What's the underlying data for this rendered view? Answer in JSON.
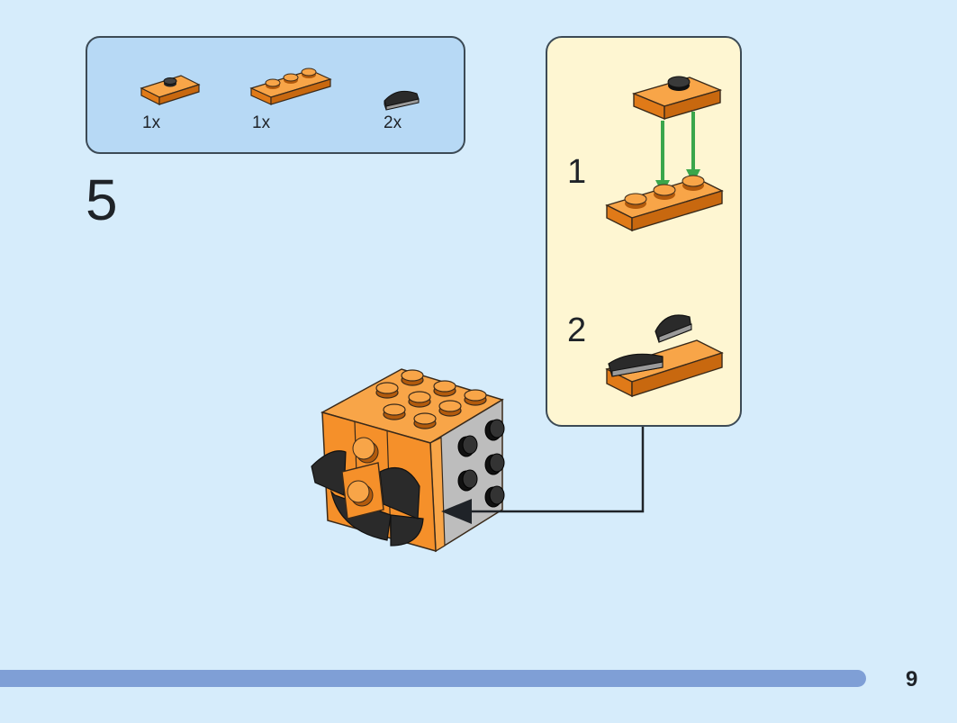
{
  "parts_list": [
    {
      "name": "orange plate 1x2",
      "count": "1x"
    },
    {
      "name": "orange plate 1x3",
      "count": "1x"
    },
    {
      "name": "black curved slope",
      "count": "2x"
    }
  ],
  "step": {
    "number": "5"
  },
  "substeps": [
    {
      "number": "1"
    },
    {
      "number": "2"
    }
  ],
  "page": {
    "number": "9"
  },
  "colors": {
    "background": "#d6ecfb",
    "parts_box": "#b7d9f5",
    "substep_panel": "#fef6d2",
    "brick_orange": "#f5902a",
    "brick_dark": "#2a2a2a",
    "arrow_green": "#3aa64b",
    "progress": "#7f9fd6"
  }
}
